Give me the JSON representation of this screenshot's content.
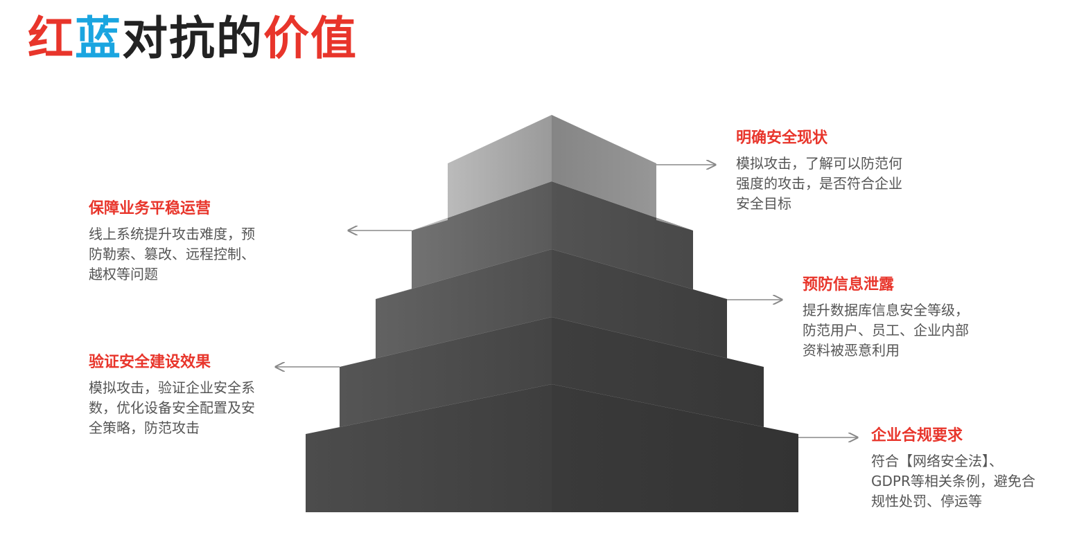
{
  "title": {
    "parts": [
      {
        "text": "红",
        "color": "#e8352b"
      },
      {
        "text": "蓝",
        "color": "#1aa5e0"
      },
      {
        "text": "对抗的",
        "color": "#222222"
      },
      {
        "text": "价值",
        "color": "#e8352b"
      }
    ]
  },
  "colors": {
    "accent": "#e8352b",
    "body_text": "#555555",
    "arrow": "#888888"
  },
  "diagram": {
    "type": "stepped-pyramid",
    "levels": 5,
    "labels": [
      {
        "id": "top",
        "title": "明确安全现状",
        "body": "模拟攻击，了解可以防范何\n强度的攻击，是否符合企业\n安全目标",
        "side": "right"
      },
      {
        "id": "level2",
        "title": "保障业务平稳运营",
        "body": "线上系统提升攻击难度，预\n防勒索、篡改、远程控制、\n越权等问题",
        "side": "left"
      },
      {
        "id": "level3",
        "title": "预防信息泄露",
        "body": "提升数据库信息安全等级，\n防范用户、员工、企业内部\n资料被恶意利用",
        "side": "right"
      },
      {
        "id": "level4",
        "title": "验证安全建设效果",
        "body": "模拟攻击，验证企业安全系\n数，优化设备安全配置及安\n全策略，防范攻击",
        "side": "left"
      },
      {
        "id": "bottom",
        "title": "企业合规要求",
        "body": "符合【网络安全法】、\nGDPR等相关条例，避免合\n规性处罚、停运等",
        "side": "right"
      }
    ]
  }
}
